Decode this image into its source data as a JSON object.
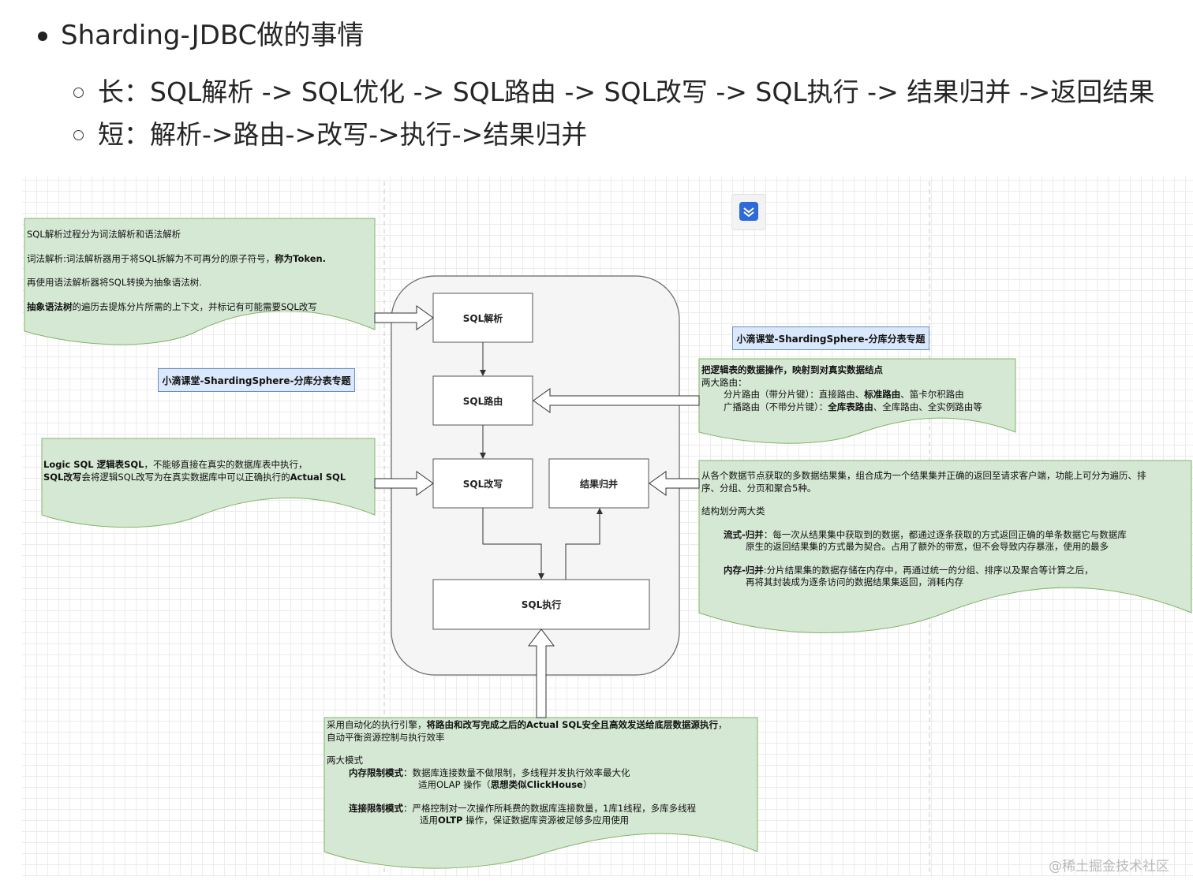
{
  "bullets": {
    "main": "Sharding-JDBC做的事情",
    "sub": [
      "长：SQL解析 -> SQL优化 -> SQL路由 -> SQL改写 -> SQL执行 -> 结果归并 ->返回结果",
      "短：解析->路由->改写->执行->结果归并"
    ]
  },
  "boxes": {
    "parse": "SQL解析",
    "route": "SQL路由",
    "rewrite": "SQL改写",
    "merge": "结果归并",
    "execute": "SQL执行"
  },
  "tags": {
    "left": "小滴课堂-ShardingSphere-分库分表专题",
    "right": "小滴课堂-ShardingSphere-分库分表专题"
  },
  "notes": {
    "parse": {
      "l1": "SQL解析过程分为词法解析和语法解析",
      "l2a": "词法解析:词法解析器用于将SQL拆解为不可再分的原子符号，",
      "l2b": "称为Token.",
      "l3": "再使用语法解析器将SQL转换为抽象语法树.",
      "l4a": "抽象语法树",
      "l4b": "的遍历去提炼分片所需的上下文，并标记有可能需要SQL改写"
    },
    "rewrite": {
      "l1a": "Logic SQL 逻辑表SQL",
      "l1b": "，不能够直接在真实的数据库表中执行，",
      "l2a": "SQL改写",
      "l2b": "会将逻辑SQL改写为在真实数据库中可以正确执行的",
      "l2c": "Actual SQL"
    },
    "route": {
      "l1": "把逻辑表的数据操作，映射到对真实数据结点",
      "l2": "两大路由：",
      "l3a": "分片路由（带分片键）：直接路由、",
      "l3b": "标准路由",
      "l3c": "、笛卡尔积路由",
      "l4a": "广播路由（不带分片键）：",
      "l4b": "全库表路由",
      "l4c": "、全库路由、全实例路由等"
    },
    "merge": {
      "l1": "从各个数据节点获取的多数据结果集，组合成为一个结果集并正确的返回至请求客户端，功能上可分为遍历、排",
      "l2": "序、分组、分页和聚合5种。",
      "l3": "结构划分两大类",
      "l4a": "流式-归并",
      "l4b": "：每一次从结果集中获取到的数据，都通过逐条获取的方式返回正确的单条数据它与数据库",
      "l5": "原生的返回结果集的方式最为契合。占用了额外的带宽，但不会导致内存暴涨，使用的最多",
      "l6a": "内存-归并",
      "l6b": ":分片结果集的数据存储在内存中，再通过统一的分组、排序以及聚合等计算之后，",
      "l7": "再将其封装成为逐条访问的数据结果集返回，消耗内存"
    },
    "execute": {
      "l1a": "采用自动化的执行引擎，",
      "l1b": "将路由和改写完成之后的Actual SQL安全且高效发送给底层数据源执行",
      "l1c": "，",
      "l2": "自动平衡资源控制与执行效率",
      "l3": "两大模式",
      "l4a": "内存限制模式",
      "l4b": "：数据库连接数量不做限制，多线程并发执行效率最大化",
      "l5a": "适用OLAP 操作（",
      "l5b": "思想类似ClickHouse",
      "l5c": "）",
      "l6a": "连接限制模式",
      "l6b": "：严格控制对一次操作所耗费的数据库连接数量，1库1线程，多库多线程",
      "l7a": "适用",
      "l7b": "OLTP",
      "l7c": " 操作，保证数据库资源被足够多应用使用"
    }
  },
  "watermark": "@稀土掘金技术社区",
  "colors": {
    "note_fill": "#d5e8d4",
    "note_stroke": "#82b366",
    "container_fill": "#f5f5f5",
    "tag_fill": "#dae8fc",
    "tag_stroke": "#6c8ebf",
    "icon_blue": "#2f6bd8"
  },
  "icons": [
    "bullet-dot",
    "hollow-circle-bullet",
    "flow-app-icon"
  ]
}
